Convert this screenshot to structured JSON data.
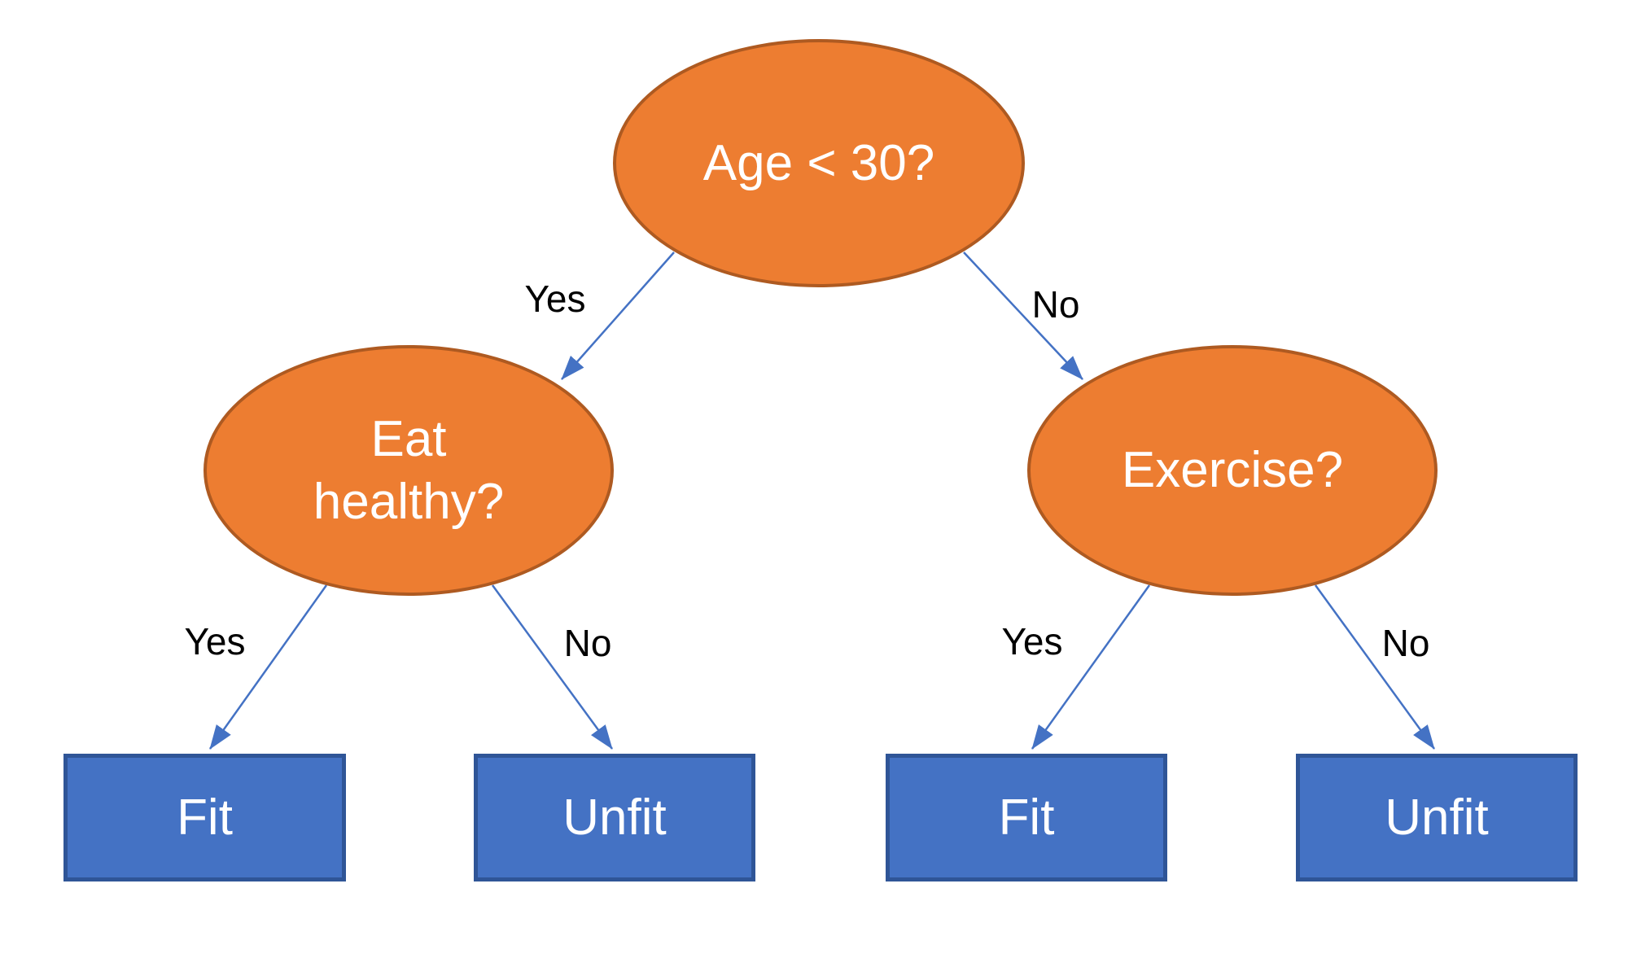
{
  "diagram": {
    "type": "decision-tree",
    "nodes": {
      "root": {
        "label": "Age < 30?",
        "kind": "decision"
      },
      "eat_healthy": {
        "label": "Eat healthy?",
        "kind": "decision"
      },
      "exercise": {
        "label": "Exercise?",
        "kind": "decision"
      },
      "fit_left": {
        "label": "Fit",
        "kind": "leaf"
      },
      "unfit_left": {
        "label": "Unfit",
        "kind": "leaf"
      },
      "fit_right": {
        "label": "Fit",
        "kind": "leaf"
      },
      "unfit_right": {
        "label": "Unfit",
        "kind": "leaf"
      }
    },
    "edges": [
      {
        "from": "root",
        "to": "eat_healthy",
        "label": "Yes"
      },
      {
        "from": "root",
        "to": "exercise",
        "label": "No"
      },
      {
        "from": "eat_healthy",
        "to": "fit_left",
        "label": "Yes"
      },
      {
        "from": "eat_healthy",
        "to": "unfit_left",
        "label": "No"
      },
      {
        "from": "exercise",
        "to": "fit_right",
        "label": "Yes"
      },
      {
        "from": "exercise",
        "to": "unfit_right",
        "label": "No"
      }
    ],
    "colors": {
      "decision_fill": "#ED7D31",
      "decision_border": "#AE5A21",
      "leaf_fill": "#4472C4",
      "leaf_border": "#2F5597",
      "arrow": "#4472C4",
      "node_text": "#FFFFFF",
      "edge_label_text": "#000000",
      "background": "#FFFFFF"
    }
  }
}
